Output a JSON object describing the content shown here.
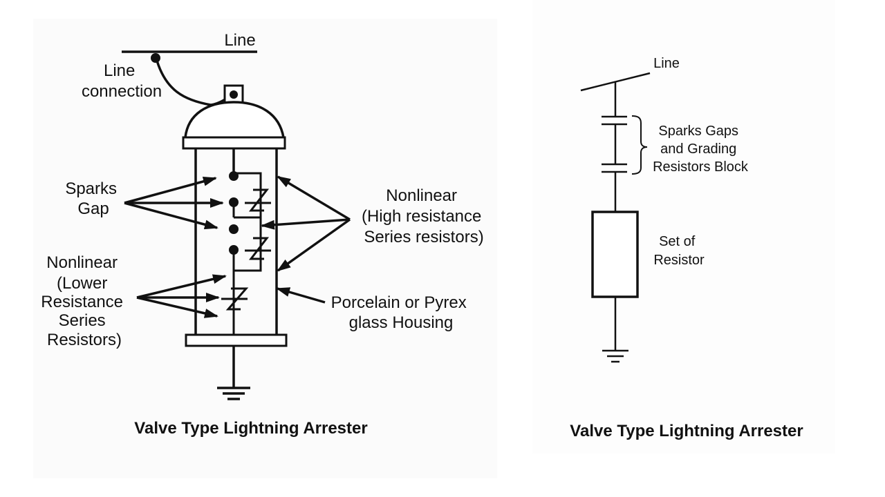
{
  "left_diagram": {
    "title": "Valve Type Lightning Arrester",
    "labels": {
      "line": "Line",
      "line_connection": [
        "Line",
        "connection"
      ],
      "sparks_gap": [
        "Sparks",
        "Gap"
      ],
      "nonlinear_lower": [
        "Nonlinear",
        "(Lower",
        "Resistance",
        "Series",
        "Resistors)"
      ],
      "nonlinear_high": [
        "Nonlinear",
        "(High resistance",
        "Series resistors)"
      ],
      "housing": [
        "Porcelain or Pyrex",
        "glass Housing"
      ]
    }
  },
  "right_diagram": {
    "title": "Valve Type Lightning Arrester",
    "labels": {
      "line": "Line",
      "spark_gaps_block": [
        "Sparks Gaps",
        "and Grading",
        "Resistors Block"
      ],
      "set_of_resistor": [
        "Set of",
        "Resistor"
      ]
    }
  },
  "colors": {
    "ink": "#111111",
    "panel_left_bg": "#fbfbfb",
    "panel_right_bg": "#fdfdfd"
  }
}
